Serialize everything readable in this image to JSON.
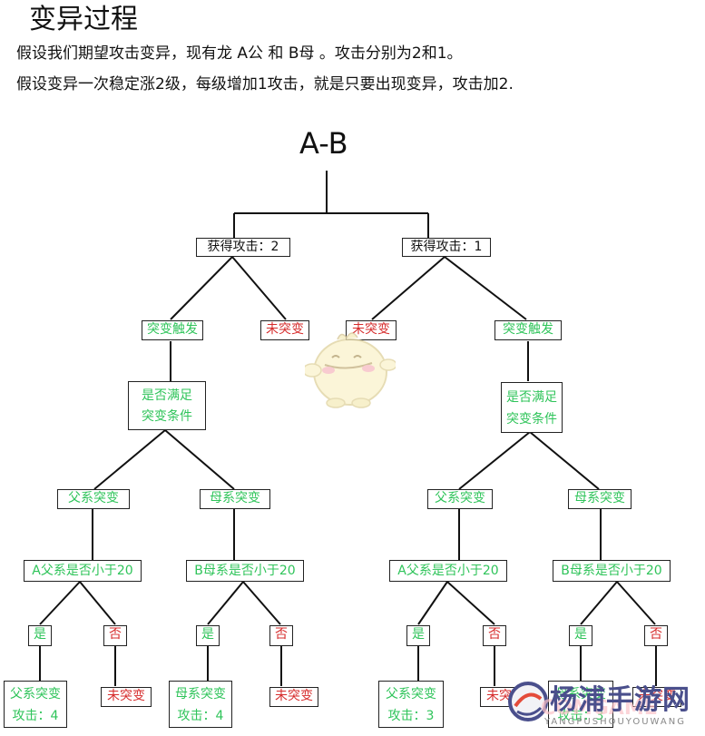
{
  "title": "变异过程",
  "intro": [
    "假设我们期望攻击变异，现有龙 A公 和 B母 。攻击分别为2和1。",
    "假设变异一次稳定涨2级，每级增加1攻击，就是只要出现变异，攻击加2."
  ],
  "tree": {
    "root": "A-B",
    "left": {
      "gain": "获得攻击：2",
      "trigger": "突变触发",
      "no_mutation": "未突变",
      "condition_line1": "是否满足",
      "condition_line2": "突变条件",
      "father": {
        "label": "父系突变",
        "check": "A父系是否小于20",
        "yes": "是",
        "no": "否",
        "result_line1": "父系突变",
        "result_line2": "攻击：4",
        "no_result": "未突变"
      },
      "mother": {
        "label": "母系突变",
        "check": "B母系是否小于20",
        "yes": "是",
        "no": "否",
        "result_line1": "母系突变",
        "result_line2": "攻击：4",
        "no_result": "未突变"
      }
    },
    "right": {
      "gain": "获得攻击：1",
      "trigger": "突变触发",
      "no_mutation": "未突变",
      "condition_line1": "是否满足",
      "condition_line2": "突变条件",
      "father": {
        "label": "父系突变",
        "check": "A父系是否小于20",
        "yes": "是",
        "no": "否",
        "result_line1": "父系突变",
        "result_line2": "攻击：3",
        "no_result": "未突变"
      },
      "mother": {
        "label": "母系突变",
        "check": "B母系是否小于20",
        "yes": "是",
        "no": "否",
        "result_line1": "母系突变",
        "result_line2": "攻击：3",
        "no_result": "未突变"
      }
    }
  },
  "watermark": {
    "name": "杨浦手游网",
    "sub": "YANGPUSHOUYOUWANG",
    "ghost": "COMGAME"
  },
  "colors": {
    "green": "#2fc45a",
    "red": "#d62b2b",
    "line": "#111111"
  },
  "icons": [
    "mascot-icon",
    "watermark-logo-icon"
  ]
}
